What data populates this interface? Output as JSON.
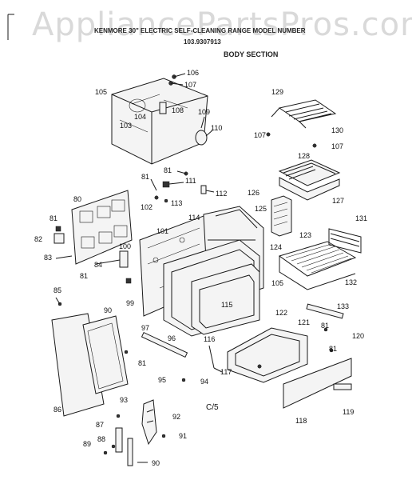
{
  "watermark": "AppliancePartsPros.com",
  "header": {
    "line1": "KENMORE 30\" ELECTRIC SELF-CLEANING RANGE  MODEL NUMBER",
    "line2": "103.9307913",
    "section": "BODY SECTION"
  },
  "footer_code": "C/5",
  "part_labels": [
    "105",
    "106",
    "107",
    "104",
    "103",
    "108",
    "109",
    "110",
    "129",
    "107",
    "130",
    "107",
    "128",
    "127",
    "81",
    "111",
    "112",
    "102",
    "113",
    "81",
    "126",
    "125",
    "131",
    "80",
    "81",
    "82",
    "101",
    "114",
    "124",
    "123",
    "83",
    "100",
    "84",
    "81",
    "99",
    "132",
    "105",
    "115",
    "122",
    "133",
    "85",
    "90",
    "97",
    "116",
    "121",
    "81",
    "120",
    "96",
    "81",
    "81",
    "117",
    "95",
    "94",
    "93",
    "86",
    "118",
    "119",
    "87",
    "92",
    "88",
    "91",
    "89",
    "90"
  ]
}
